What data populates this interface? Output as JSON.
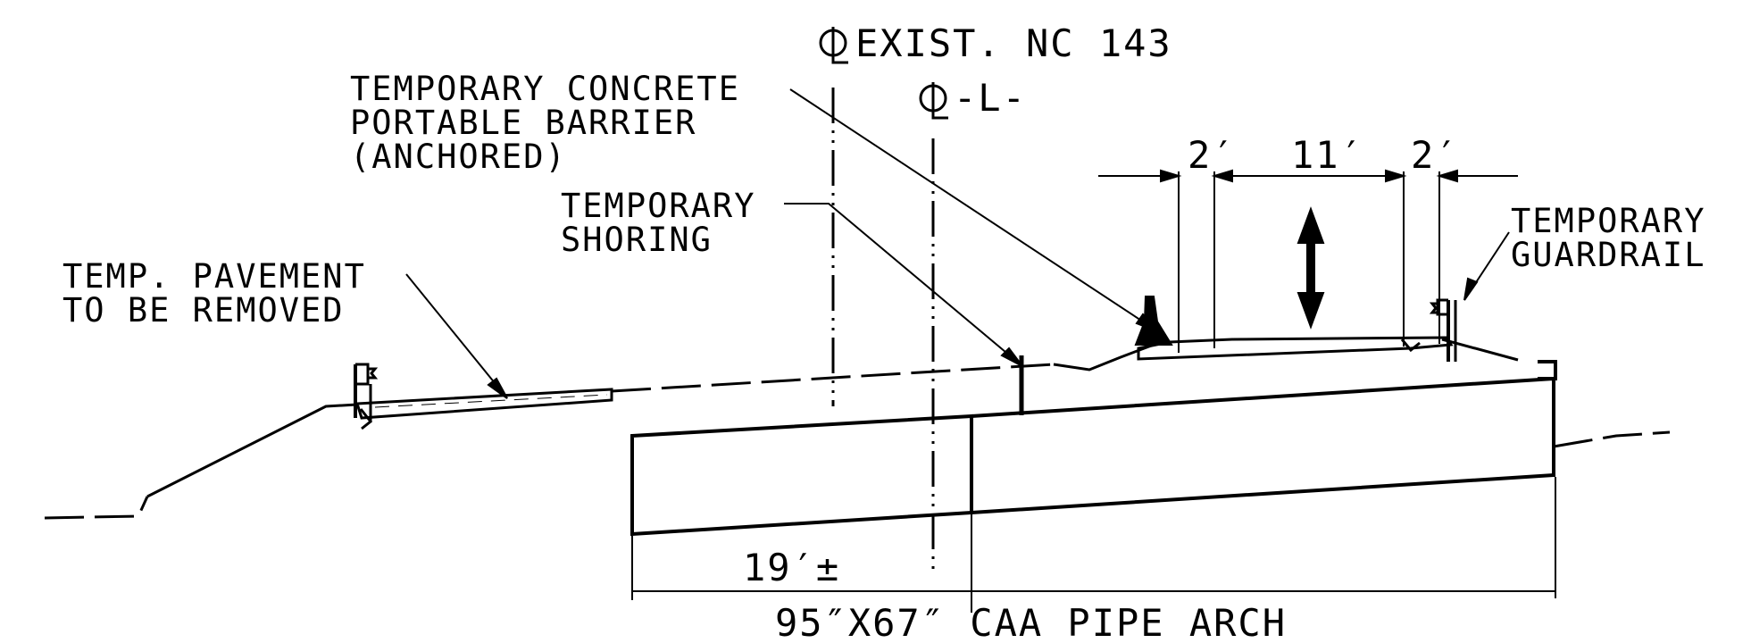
{
  "labels": {
    "exist_cl": "EXIST. NC 143",
    "l_cl": "-L-",
    "barrier_line1": "TEMPORARY CONCRETE",
    "barrier_line2": "PORTABLE BARRIER",
    "barrier_line3": "(ANCHORED)",
    "shoring_line1": "TEMPORARY",
    "shoring_line2": "SHORING",
    "pavement_line1": "TEMP. PAVEMENT",
    "pavement_line2": "TO BE REMOVED",
    "guardrail_line1": "TEMPORARY",
    "guardrail_line2": "GUARDRAIL"
  },
  "dimensions": {
    "shoulder_left": "2′",
    "lane": "11′",
    "shoulder_right": "2′",
    "extension": "19′±",
    "pipe": "95″X67″ CAA PIPE ARCH"
  }
}
